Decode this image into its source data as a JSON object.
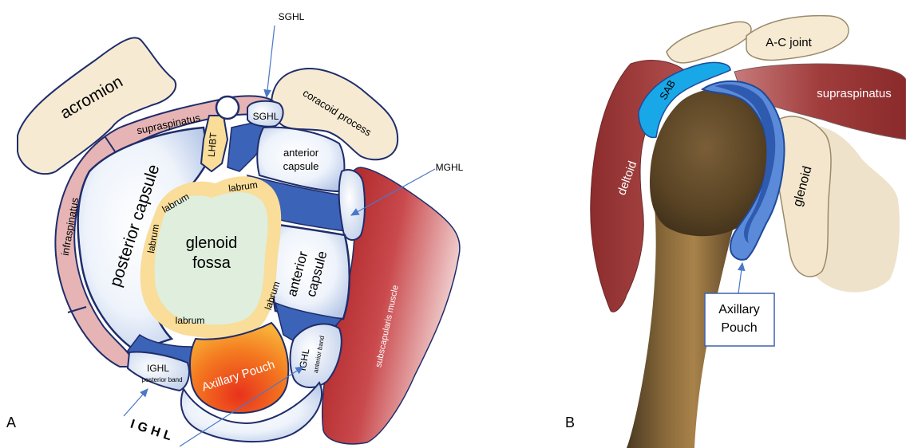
{
  "panels": {
    "a": {
      "letter": "A",
      "labels": {
        "acromion": "acromion",
        "supraspinatus": "supraspinatus",
        "infraspinatus": "infraspinatus",
        "posterior_capsule": "posterior capsule",
        "lhbt": "LHBT",
        "sghl": "SGHL",
        "sghl_top": "SGHL",
        "coracoid": "coracoid process",
        "anterior_capsule_upper": [
          "anterior",
          "capsule"
        ],
        "mghl": "MGHL",
        "labrum": "labrum",
        "glenoid_fossa": [
          "glenoid",
          "fossa"
        ],
        "anterior_capsule_lower": [
          "anterior",
          "capsule"
        ],
        "subscapularis": "subscapularis muscle",
        "axillary_pouch": "Axillary Pouch",
        "ighl_posterior": "IGHL",
        "posterior_band": "posterior band",
        "ighl_anterior": "IGHL",
        "anterior_band": "anterior band",
        "ighl_big": "IGHL"
      }
    },
    "b": {
      "letter": "B",
      "labels": {
        "ac_joint": "A-C joint",
        "sab": "SAB",
        "supraspinatus": "supraspinatus",
        "deltoid": "deltoid",
        "glenoid": "glenoid",
        "axillary_pouch": [
          "Axillary",
          "Pouch"
        ]
      }
    }
  },
  "colors": {
    "outline": "#1f2d6b",
    "bone": "#f6ead2",
    "muscle_pink": "#e6b4b4",
    "capsule_blue": "#3b63b8",
    "glenoid_green": "#dfeedd",
    "labrum_yellow": "#f9dd98",
    "pouch_orange": "#f47a20",
    "deltoid_red": "#a93a3a",
    "bursa_blue": "#18a8e8",
    "callout_border": "#3a62b4"
  }
}
